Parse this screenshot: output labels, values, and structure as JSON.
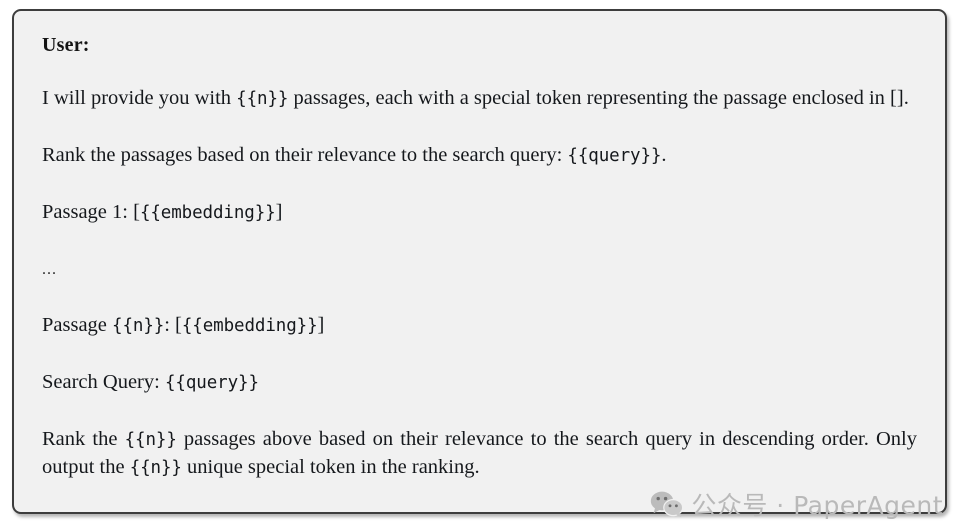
{
  "card": {
    "role_label": "User:",
    "background_color": "#f1f1f1",
    "border_color": "#3d3d3d",
    "text_color": "#15181c"
  },
  "prompt": {
    "paragraphs": [
      {
        "name": "instruction-intro",
        "justify": true,
        "runs": [
          {
            "type": "text",
            "value": "I will provide you with "
          },
          {
            "type": "mono",
            "value": "{{n}}"
          },
          {
            "type": "text",
            "value": " passages, each with a special token representing the passage enclosed in []."
          }
        ]
      },
      {
        "name": "instruction-rank-query",
        "justify": false,
        "runs": [
          {
            "type": "text",
            "value": "Rank the passages based on their relevance to the search query: "
          },
          {
            "type": "mono",
            "value": "{{query}}"
          },
          {
            "type": "text",
            "value": "."
          }
        ]
      },
      {
        "name": "passage-first",
        "justify": false,
        "runs": [
          {
            "type": "text",
            "value": "Passage 1: ["
          },
          {
            "type": "mono",
            "value": "{{embedding}}"
          },
          {
            "type": "text",
            "value": "]"
          }
        ]
      },
      {
        "name": "passage-ellipsis",
        "justify": false,
        "ellipsis": true,
        "runs": [
          {
            "type": "text",
            "value": "..."
          }
        ]
      },
      {
        "name": "passage-last",
        "justify": false,
        "runs": [
          {
            "type": "text",
            "value": "Passage "
          },
          {
            "type": "mono",
            "value": "{{n}}"
          },
          {
            "type": "text",
            "value": ": ["
          },
          {
            "type": "mono",
            "value": "{{embedding}}"
          },
          {
            "type": "text",
            "value": "]"
          }
        ]
      },
      {
        "name": "search-query-line",
        "justify": false,
        "runs": [
          {
            "type": "text",
            "value": "Search Query: "
          },
          {
            "type": "mono",
            "value": "{{query}}"
          }
        ]
      },
      {
        "name": "instruction-output",
        "justify": true,
        "runs": [
          {
            "type": "text",
            "value": "Rank the "
          },
          {
            "type": "mono",
            "value": "{{n}}"
          },
          {
            "type": "text",
            "value": " passages above based on their relevance to the search query in descending order. Only output the "
          },
          {
            "type": "mono",
            "value": "{{n}}"
          },
          {
            "type": "text",
            "value": " unique special token in the ranking."
          }
        ]
      }
    ]
  },
  "watermark": {
    "icon": "wechat-logo-icon",
    "text": "公众号 · PaperAgent",
    "color": "#b9b9b9"
  }
}
